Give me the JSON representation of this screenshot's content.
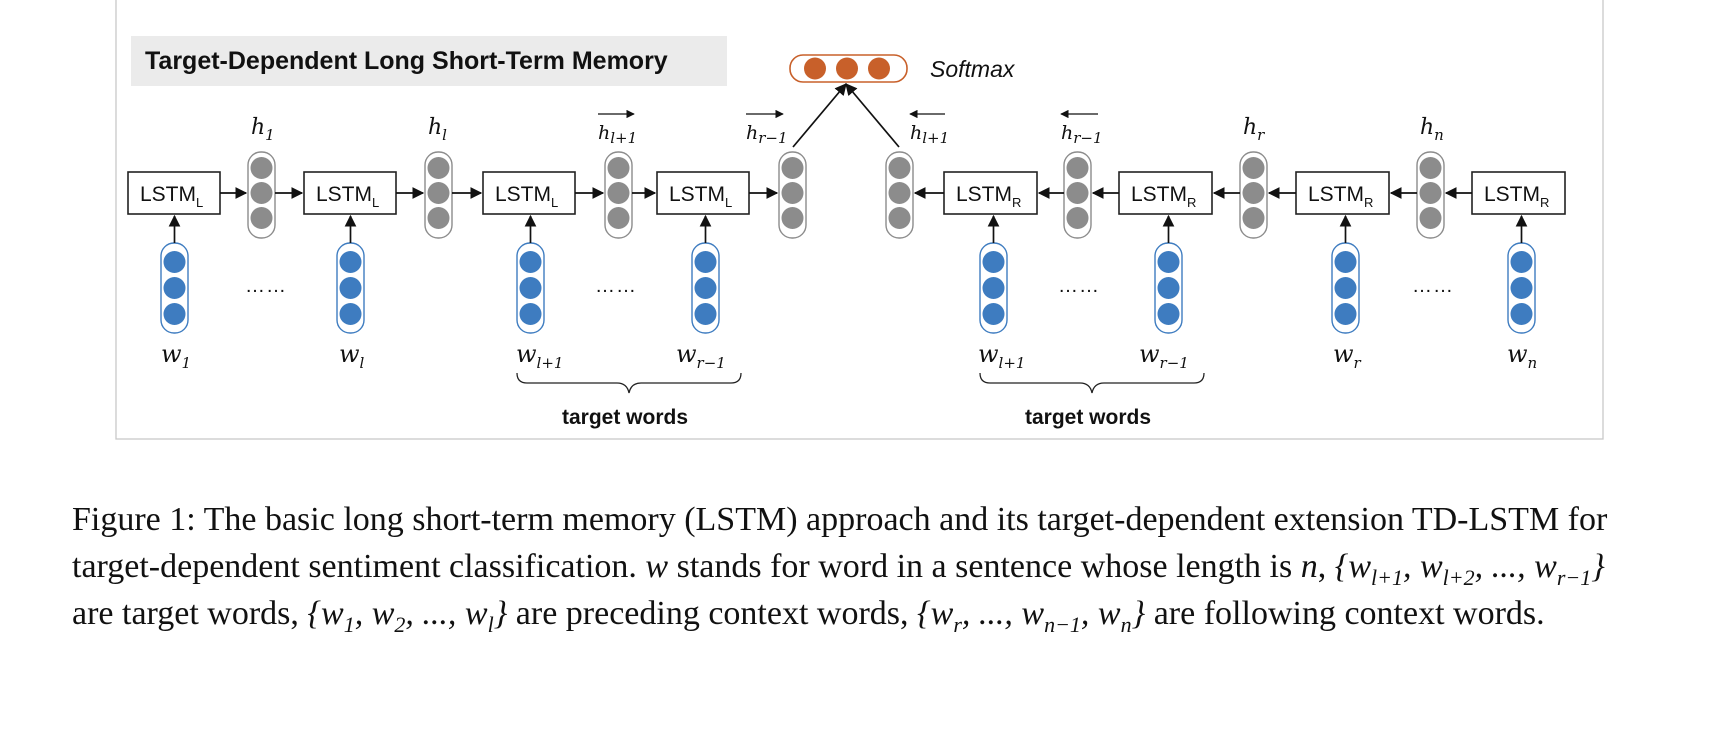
{
  "figure": {
    "title": "Target-Dependent Long Short-Term Memory",
    "softmax_label": "Softmax",
    "lstm_left_label": "LSTM",
    "lstm_left_sub": "L",
    "lstm_right_label": "LSTM",
    "lstm_right_sub": "R",
    "hidden_labels": {
      "h1": {
        "base": "h",
        "sub": "1"
      },
      "hl": {
        "base": "h",
        "sub": "l"
      },
      "hl1_fwd": {
        "base": "h",
        "sub": "l+1"
      },
      "hr1_fwd": {
        "base": "h",
        "sub": "r−1"
      },
      "hl1_bwd": {
        "base": "h",
        "sub": "l+1"
      },
      "hr1_bwd": {
        "base": "h",
        "sub": "r−1"
      },
      "hr": {
        "base": "h",
        "sub": "r"
      },
      "hn": {
        "base": "h",
        "sub": "n"
      }
    },
    "word_labels": [
      {
        "base": "w",
        "sub": "1"
      },
      {
        "base": "w",
        "sub": "l"
      },
      {
        "base": "w",
        "sub": "l+1"
      },
      {
        "base": "w",
        "sub": "r−1"
      },
      {
        "base": "w",
        "sub": "l+1"
      },
      {
        "base": "w",
        "sub": "r−1"
      },
      {
        "base": "w",
        "sub": "r"
      },
      {
        "base": "w",
        "sub": "n"
      }
    ],
    "ellipsis": "……",
    "target_words_label": "target words",
    "colors": {
      "word_vector": "#3e7cc0",
      "hidden_vector": "#8c8c8c",
      "softmax_vector": "#c8602a",
      "title_background": "#ebebeb"
    }
  },
  "caption": {
    "figure_label": "Figure 1:",
    "sentence1": "The basic long short-term memory (LSTM) approach and its target-dependent extension TD-LSTM for target-dependent sentiment classification.",
    "w_symbol": "w",
    "sentence2a": "stands for word in a sentence whose length is",
    "n_symbol": "n",
    "target_set": "{w_{l+1}, w_{l+2}, ..., w_{r−1}}",
    "target_text": "are target words,",
    "preceding_set": "{w_1, w_2, ..., w_l}",
    "preceding_text": "are preceding context words,",
    "following_set": "{w_r, ..., w_{n−1}, w_n}",
    "following_text": "are following context words."
  }
}
